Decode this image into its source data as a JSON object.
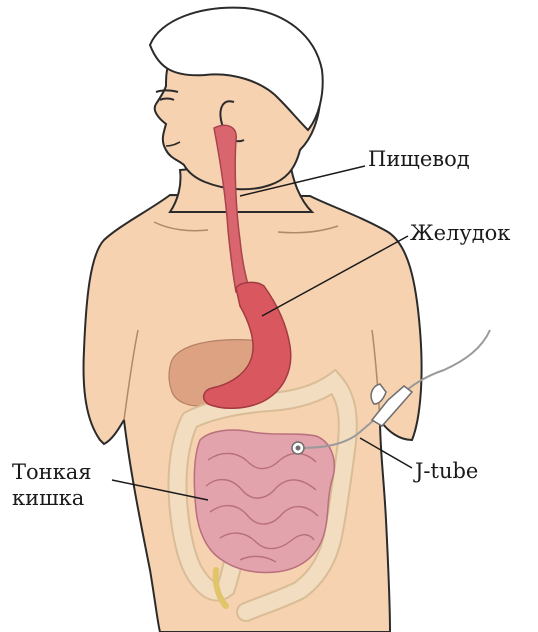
{
  "labels": {
    "esophagus": "Пищевод",
    "stomach": "Желудок",
    "jtube": "J-tube",
    "small_intestine_line1": "Тонкая",
    "small_intestine_line2": "кишка"
  },
  "colors": {
    "skin": "#f6d2b0",
    "skin_outline": "#2b2b2b",
    "hair_fill": "#ffffff",
    "esophagus": "#d9666f",
    "stomach": "#d9585f",
    "liver": "#d99a7a",
    "small_intestine": "#e3a3ac",
    "large_intestine": "#f2ddc0",
    "tube": "#9a9a9a"
  }
}
